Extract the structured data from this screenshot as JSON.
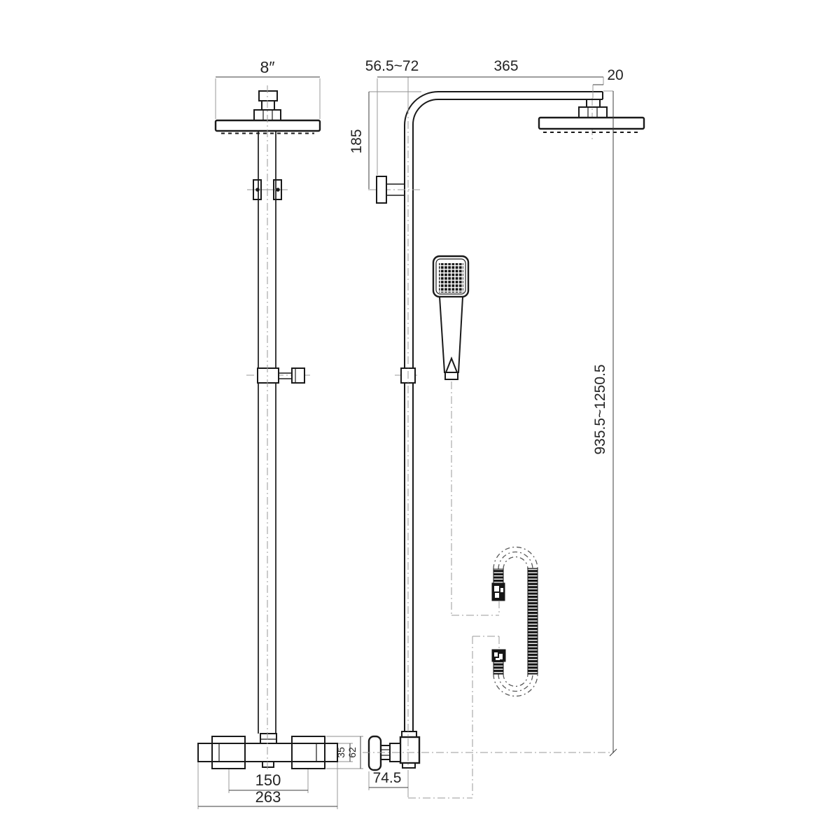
{
  "drawing": {
    "type": "technical-drawing",
    "subject": "thermostatic-shower-system",
    "colors": {
      "background": "#ffffff",
      "line": "#1a1a1a",
      "dimension": "#3d3d3d",
      "extension": "#8f8f8f",
      "centerline": "#9a9a9a"
    },
    "dimensions": {
      "head_width": "8″",
      "wall_to_riser": "56.5~72",
      "arm_length": "365",
      "head_offset": "20",
      "bracket_drop": "185",
      "overall_height": "935.5~1250.5",
      "valve_body_height": "35",
      "handle_height": "62",
      "handle_spacing": "150",
      "valve_width": "263",
      "valve_depth": "74.5"
    }
  }
}
